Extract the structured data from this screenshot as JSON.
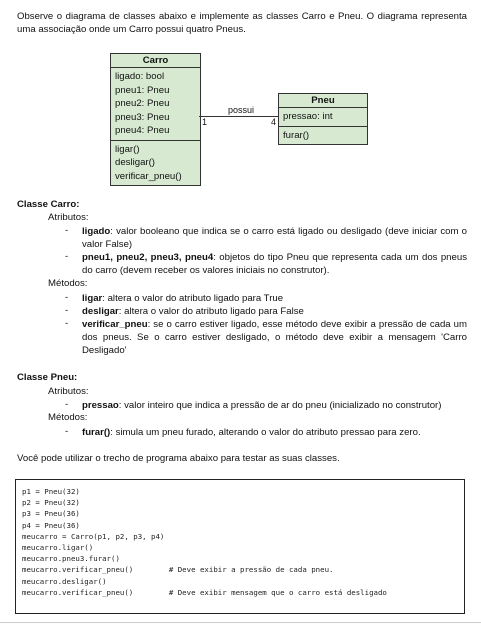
{
  "intro": "Observe o diagrama de classes abaixo e implemente as classes Carro e Pneu. O diagrama representa uma associação onde um Carro possui quatro Pneus.",
  "uml": {
    "carro": {
      "title": "Carro",
      "attributes": [
        "ligado: bool",
        "pneu1: Pneu",
        "pneu2: Pneu",
        "pneu3: Pneu",
        "pneu4: Pneu"
      ],
      "methods": [
        "ligar()",
        "desligar()",
        "verificar_pneu()"
      ]
    },
    "pneu": {
      "title": "Pneu",
      "attributes": [
        "pressao: int"
      ],
      "methods": [
        "furar()"
      ]
    },
    "association": {
      "label": "possui",
      "mult_left": "1",
      "mult_right": "4"
    },
    "box_color": "#d7ead1"
  },
  "carro_section": {
    "title": "Classe Carro:",
    "attr_label": "Atributos:",
    "attrs": [
      {
        "name": "ligado",
        "desc": ": valor booleano que indica se o carro está ligado ou desligado (deve iniciar com o valor False)"
      },
      {
        "name": "pneu1, pneu2, pneu3, pneu4",
        "desc": ": objetos do tipo Pneu que representa cada um dos pneus do carro (devem receber os valores iniciais no construtor)."
      }
    ],
    "method_label": "Métodos:",
    "methods": [
      {
        "name": "ligar",
        "desc": ": altera o valor do atributo ligado para True"
      },
      {
        "name": "desligar",
        "desc": ": altera o valor do atributo ligado para False"
      },
      {
        "name": "verificar_pneu",
        "desc": ": se o carro estiver ligado, esse método deve exibir a pressão de cada um dos pneus. Se o carro estiver desligado, o método deve exibir a mensagem 'Carro Desligado'"
      }
    ]
  },
  "pneu_section": {
    "title": "Classe Pneu:",
    "attr_label": "Atributos:",
    "attrs": [
      {
        "name": "pressao",
        "desc": ": valor inteiro que indica a pressão de ar do pneu (inicializado no construtor)"
      }
    ],
    "method_label": "Métodos:",
    "methods": [
      {
        "name": "furar()",
        "desc": ": simula um pneu furado, alterando o valor do atributo pressao para zero."
      }
    ]
  },
  "test_intro": "Você pode utilizar o trecho de programa abaixo para testar as suas classes.",
  "code_lines": [
    "p1 = Pneu(32)",
    "p2 = Pneu(32)",
    "p3 = Pneu(36)",
    "p4 = Pneu(36)",
    "meucarro = Carro(p1, p2, p3, p4)",
    "meucarro.ligar()",
    "meucarro.pneu3.furar()",
    "meucarro.verificar_pneu()        # Deve exibir a pressão de cada pneu.",
    "meucarro.desligar()",
    "meucarro.verificar_pneu()        # Deve exibir mensagem que o carro está desligado"
  ]
}
